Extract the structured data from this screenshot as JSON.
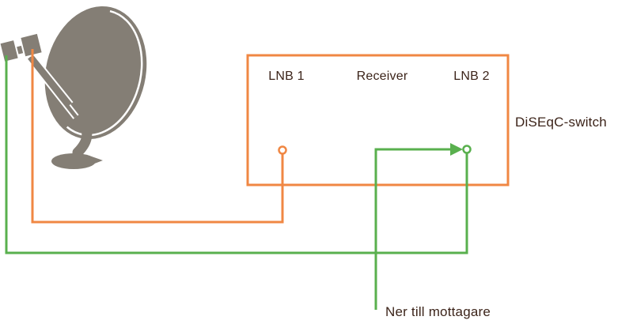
{
  "labels": {
    "lnb1": "LNB 1",
    "receiver": "Receiver",
    "lnb2": "LNB 2",
    "switch_name": "DiSEqC-switch",
    "output_cable": "Ner till mottagare"
  },
  "colors": {
    "cable_orange": "#F08743",
    "cable_green": "#59B04E",
    "dish_gray": "#847E75",
    "text_dark": "#3C241A",
    "port_fill": "#FFFFFF"
  },
  "connections": [
    {
      "from": "satellite-dish",
      "to": "LNB 1 port",
      "cable": "orange"
    },
    {
      "from": "satellite-dish",
      "to": "LNB 2 port",
      "cable": "green"
    },
    {
      "from": "receiver line",
      "to": "Ner till mottagare",
      "cable": "green",
      "arrow_points_to": "LNB 2 port"
    }
  ]
}
